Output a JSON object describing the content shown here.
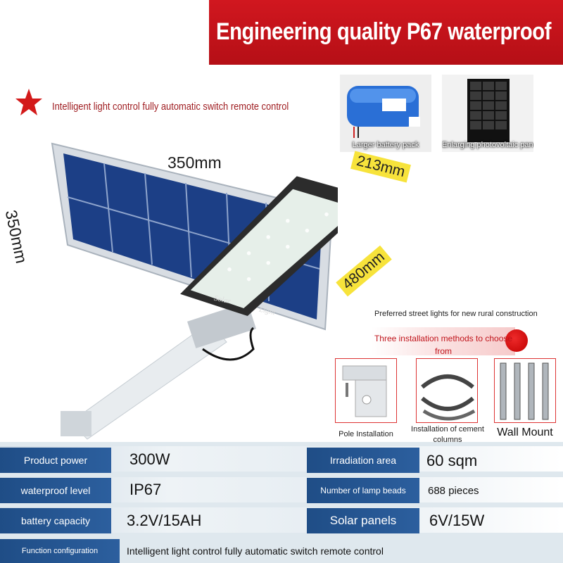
{
  "header": {
    "title": "Engineering quality P67 waterproof"
  },
  "feature": {
    "text": "Intelligent light control fully automatic switch remote control"
  },
  "thumbnails": [
    {
      "caption": "Larger battery pack"
    },
    {
      "caption": "Enlarging photovoltaic panels"
    }
  ],
  "dimensions": {
    "panel_width": "350mm",
    "panel_height": "350mm",
    "lamp_width": "213mm",
    "lamp_length": "480mm"
  },
  "lamp_print": {
    "brand_left": "Solar",
    "brand_right": "Light"
  },
  "installation": {
    "preferred_text": "Preferred street lights for new rural construction",
    "methods_title": "Three installation methods to choose from",
    "methods": [
      {
        "label": "Pole Installation"
      },
      {
        "label": "Installation of cement columns"
      },
      {
        "label": "Wall Mount"
      }
    ]
  },
  "specs": {
    "rows": [
      {
        "left_label": "Product power",
        "left_value": "300W",
        "right_label": "Irradiation area",
        "right_value": "60 sqm"
      },
      {
        "left_label": "waterproof level",
        "left_value": "IP67",
        "right_label": "Number of lamp beads",
        "right_value": "688 pieces"
      },
      {
        "left_label": "battery capacity",
        "left_value": "3.2V/15AH",
        "right_label": "Solar panels",
        "right_value": "6V/15W"
      }
    ],
    "function_label": "Function configuration",
    "function_value": "Intelligent light control fully automatic switch remote control"
  },
  "colors": {
    "header_red": "#c8121a",
    "label_blue": "#1f4d86",
    "tag_yellow": "#f7e33b",
    "accent_red": "#c0141b"
  }
}
